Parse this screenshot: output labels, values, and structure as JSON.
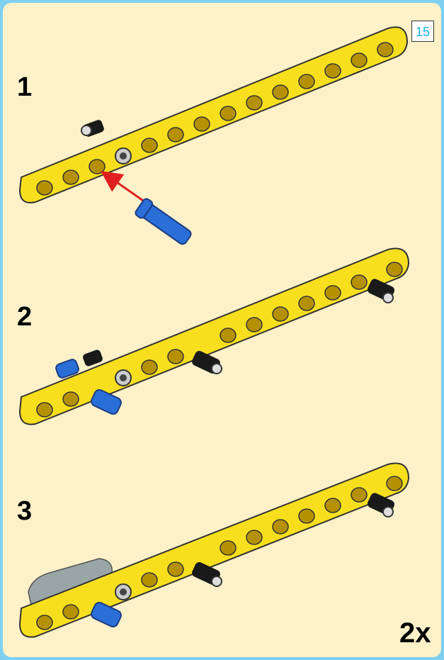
{
  "page_number": "15",
  "steps": [
    {
      "number": "1"
    },
    {
      "number": "2"
    },
    {
      "number": "3"
    }
  ],
  "quantity": "2x",
  "colors": {
    "background": "#fdf1c9",
    "border": "#7fd0f0",
    "beam": "#f7df1e",
    "hole": "#b59000",
    "blue_pin": "#2a6fd8",
    "black_pin": "#1a1a1a",
    "gray_pin": "#9a9a9a",
    "arrow": "#e02020",
    "page_number": "#1ab0e8"
  },
  "icons": [
    "yellow-beam-icon",
    "blue-pin-icon",
    "black-pin-icon",
    "gray-connector-icon",
    "red-arrow-icon"
  ]
}
